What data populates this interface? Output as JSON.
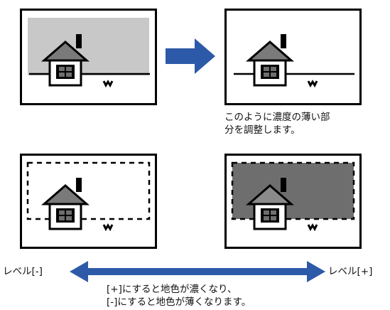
{
  "colors": {
    "light_gray": "#c8c8c8",
    "dark_gray": "#6e6e6e",
    "roof_gray": "#7a7a7a",
    "arrow_blue": "#2d5aa8",
    "black": "#000000",
    "white": "#ffffff"
  },
  "icons": {
    "house": "house-icon",
    "grass": "grass-icon",
    "right_arrow": "right-arrow-icon",
    "double_arrow": "double-arrow-icon"
  },
  "top": {
    "caption": "このように濃度の薄い部\n分を調整します。"
  },
  "bottom": {
    "left_label": "レベル[-]",
    "right_label": "レベル[+]",
    "caption": "[+]にすると地色が濃くなり、\n[-]にすると地色が薄くなります。"
  }
}
